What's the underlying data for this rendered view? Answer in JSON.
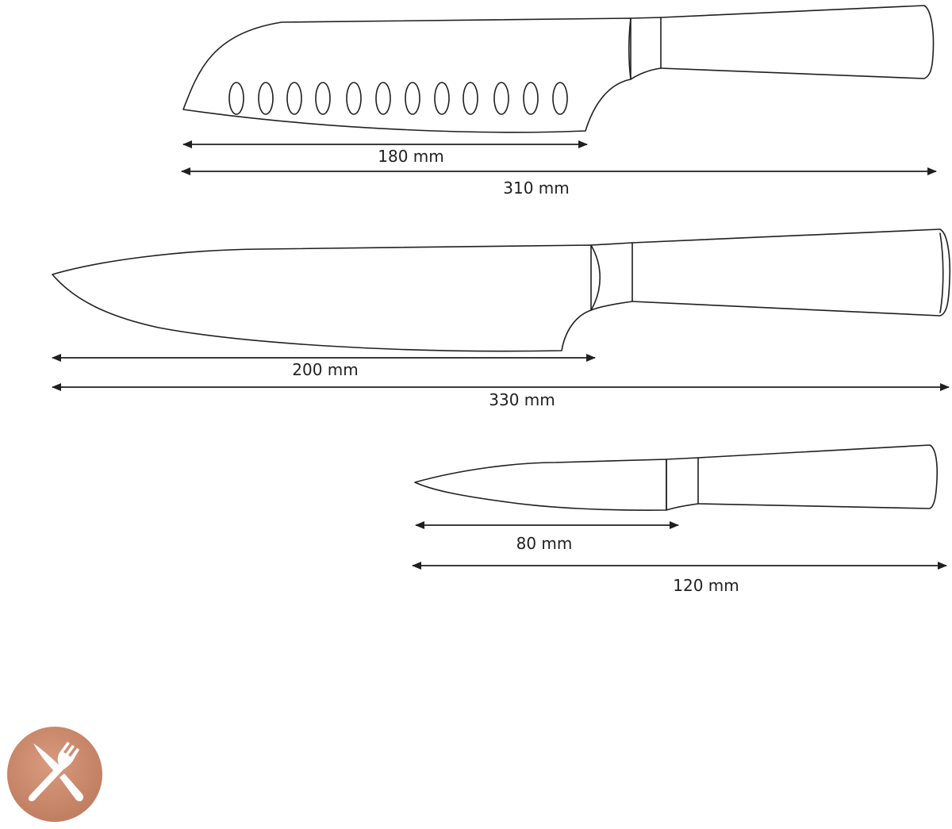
{
  "knives": [
    {
      "name": "santoku",
      "blade_length": "180 mm",
      "total_length": "310 mm"
    },
    {
      "name": "chef",
      "blade_length": "200 mm",
      "total_length": "330 mm"
    },
    {
      "name": "paring",
      "blade_length": "80 mm",
      "total_length": "120 mm"
    }
  ],
  "logo": {
    "icon": "crossed-knife-fork-icon",
    "color": "#c8876a"
  },
  "colors": {
    "line": "#1f1f1f",
    "background": "#ffffff"
  }
}
